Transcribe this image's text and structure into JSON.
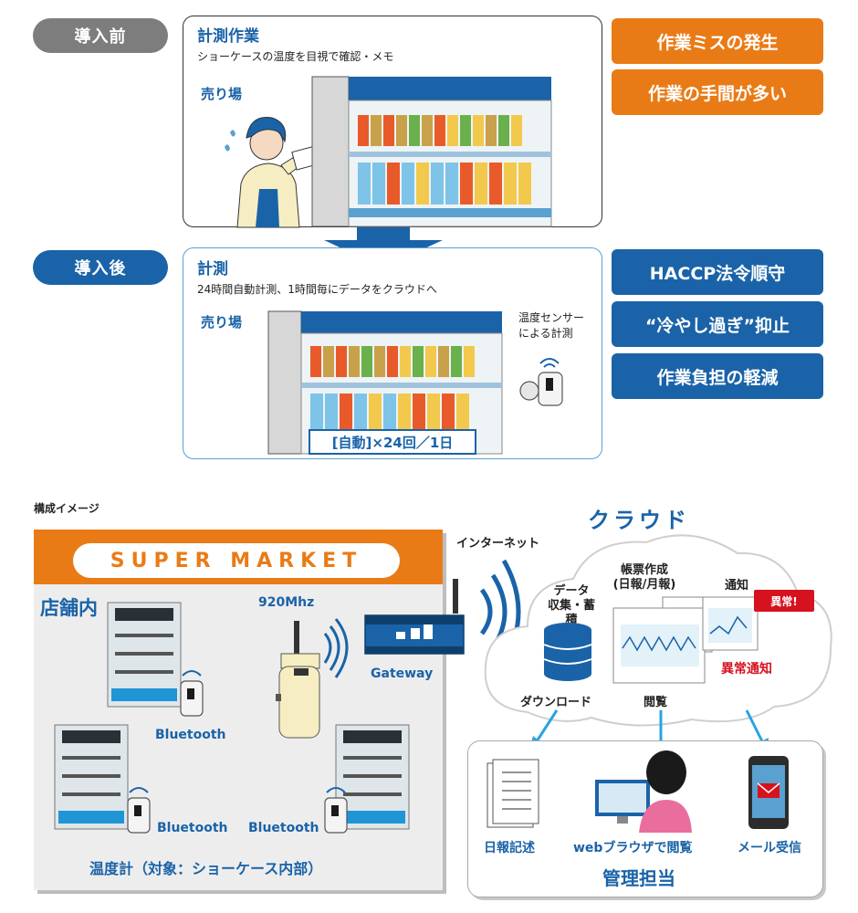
{
  "before": {
    "pill": "導入前",
    "title": "計測作業",
    "desc": "ショーケースの温度を目視で確認・メモ",
    "floor": "売り場",
    "issues": [
      "作業ミスの発生",
      "作業の手間が多い"
    ]
  },
  "after": {
    "pill": "導入後",
    "title": "計測",
    "desc": "24時間自動計測、1時間毎にデータをクラウドへ",
    "floor": "売り場",
    "sensor_note": [
      "温度センサー",
      "による計測"
    ],
    "auto_label": "[自動]×24回／1日",
    "benefits": [
      "HACCP法令順守",
      "“冷やし過ぎ”抑止",
      "作業負担の軽減"
    ]
  },
  "diagram": {
    "section_label": "構成イメージ",
    "market_banner": "SUPER MARKET",
    "store_interior": "店舗内",
    "bluetooth": "Bluetooth",
    "radio": "920Mhz",
    "gateway": "Gateway",
    "internet": "インターネット",
    "thermometer_caption": "温度計（対象：ショーケース内部）",
    "cloud": {
      "title": "クラウド",
      "collect": [
        "データ",
        "収集・蓄積"
      ],
      "report": [
        "帳票作成",
        "(日報/月報)"
      ],
      "notify": "通知",
      "alert_tag": "異常!",
      "alert_notify": "異常通知",
      "download": "ダウンロード",
      "browse": "閲覧"
    },
    "management": {
      "title": "管理担当",
      "items": [
        "日報記述",
        "webブラウザで閲覧",
        "メール受信"
      ]
    }
  },
  "colors": {
    "brand_blue": "#1a63a8",
    "orange": "#e97b17",
    "gray": "#7d7d7d",
    "alert_red": "#d6121f",
    "light_blue": "#5aa0d0"
  }
}
